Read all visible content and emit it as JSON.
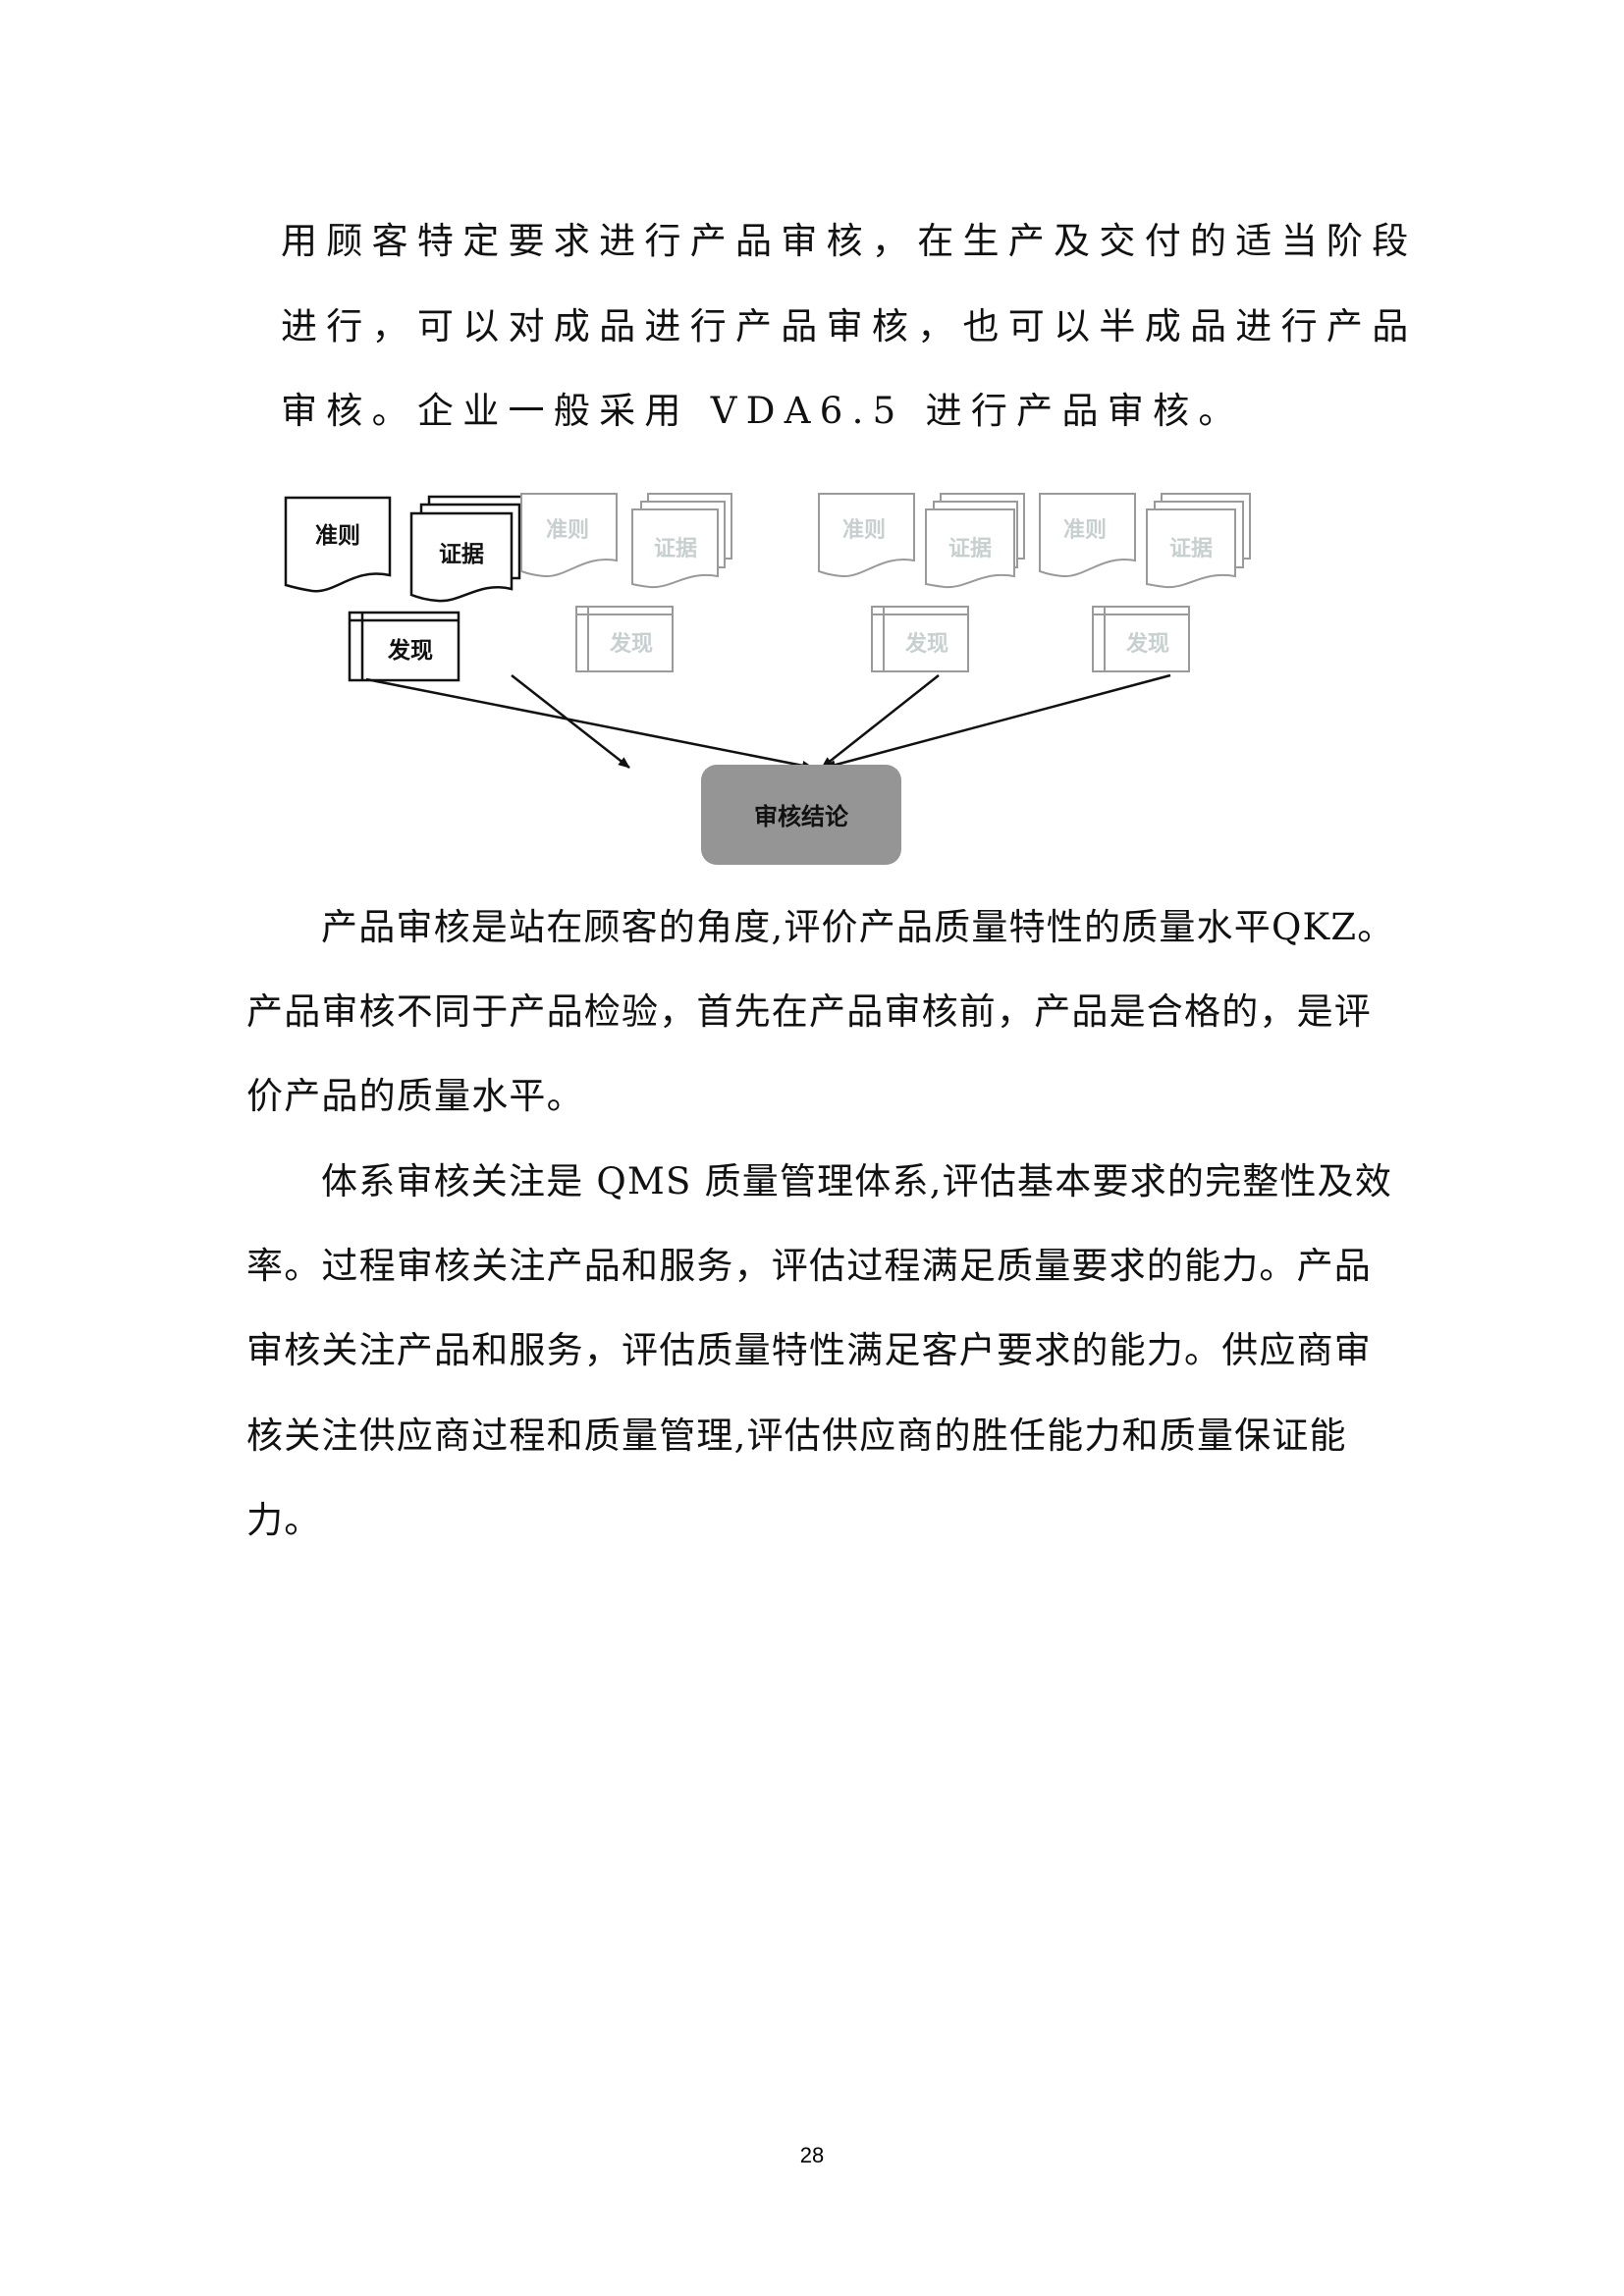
{
  "paragraph1": {
    "lines": [
      "用顾客特定要求进行产品审核，在生产及交付的适当阶段",
      "进行，可以对成品进行产品审核，也可以半成品进行产品",
      "审核。企业一般采用 VDA6.5 进行产品审核。"
    ]
  },
  "diagram": {
    "groups": [
      {
        "criteria": "准则",
        "evidence": "证据",
        "finding": "发现",
        "style": "active",
        "color": "#111111",
        "text_color": "#111111"
      },
      {
        "criteria": "准则",
        "evidence": "证据",
        "finding": "发现",
        "style": "faded",
        "color": "#9a9a9a",
        "text_color": "#c8cfcf"
      },
      {
        "criteria": "准则",
        "evidence": "证据",
        "finding": "发现",
        "style": "faded",
        "color": "#9a9a9a",
        "text_color": "#c8cfcf"
      },
      {
        "criteria": "准则",
        "evidence": "证据",
        "finding": "发现",
        "style": "faded",
        "color": "#9a9a9a",
        "text_color": "#c8cfcf"
      }
    ],
    "conclusion": {
      "label": "审核结论",
      "fill": "#959595"
    }
  },
  "paragraph2": {
    "lines": [
      "产品审核是站在顾客的角度,评价产品质量特性的质量水平QKZ。",
      "产品审核不同于产品检验，首先在产品审核前，产品是合格的，是评",
      "价产品的质量水平。"
    ]
  },
  "paragraph3": {
    "lines": [
      "体系审核关注是 QMS 质量管理体系,评估基本要求的完整性及效",
      "率。过程审核关注产品和服务，评估过程满足质量要求的能力。产品",
      "审核关注产品和服务，评估质量特性满足客户要求的能力。供应商审",
      "核关注供应商过程和质量管理,评估供应商的胜任能力和质量保证能",
      "力。"
    ]
  },
  "footer": {
    "page_number": "28"
  }
}
